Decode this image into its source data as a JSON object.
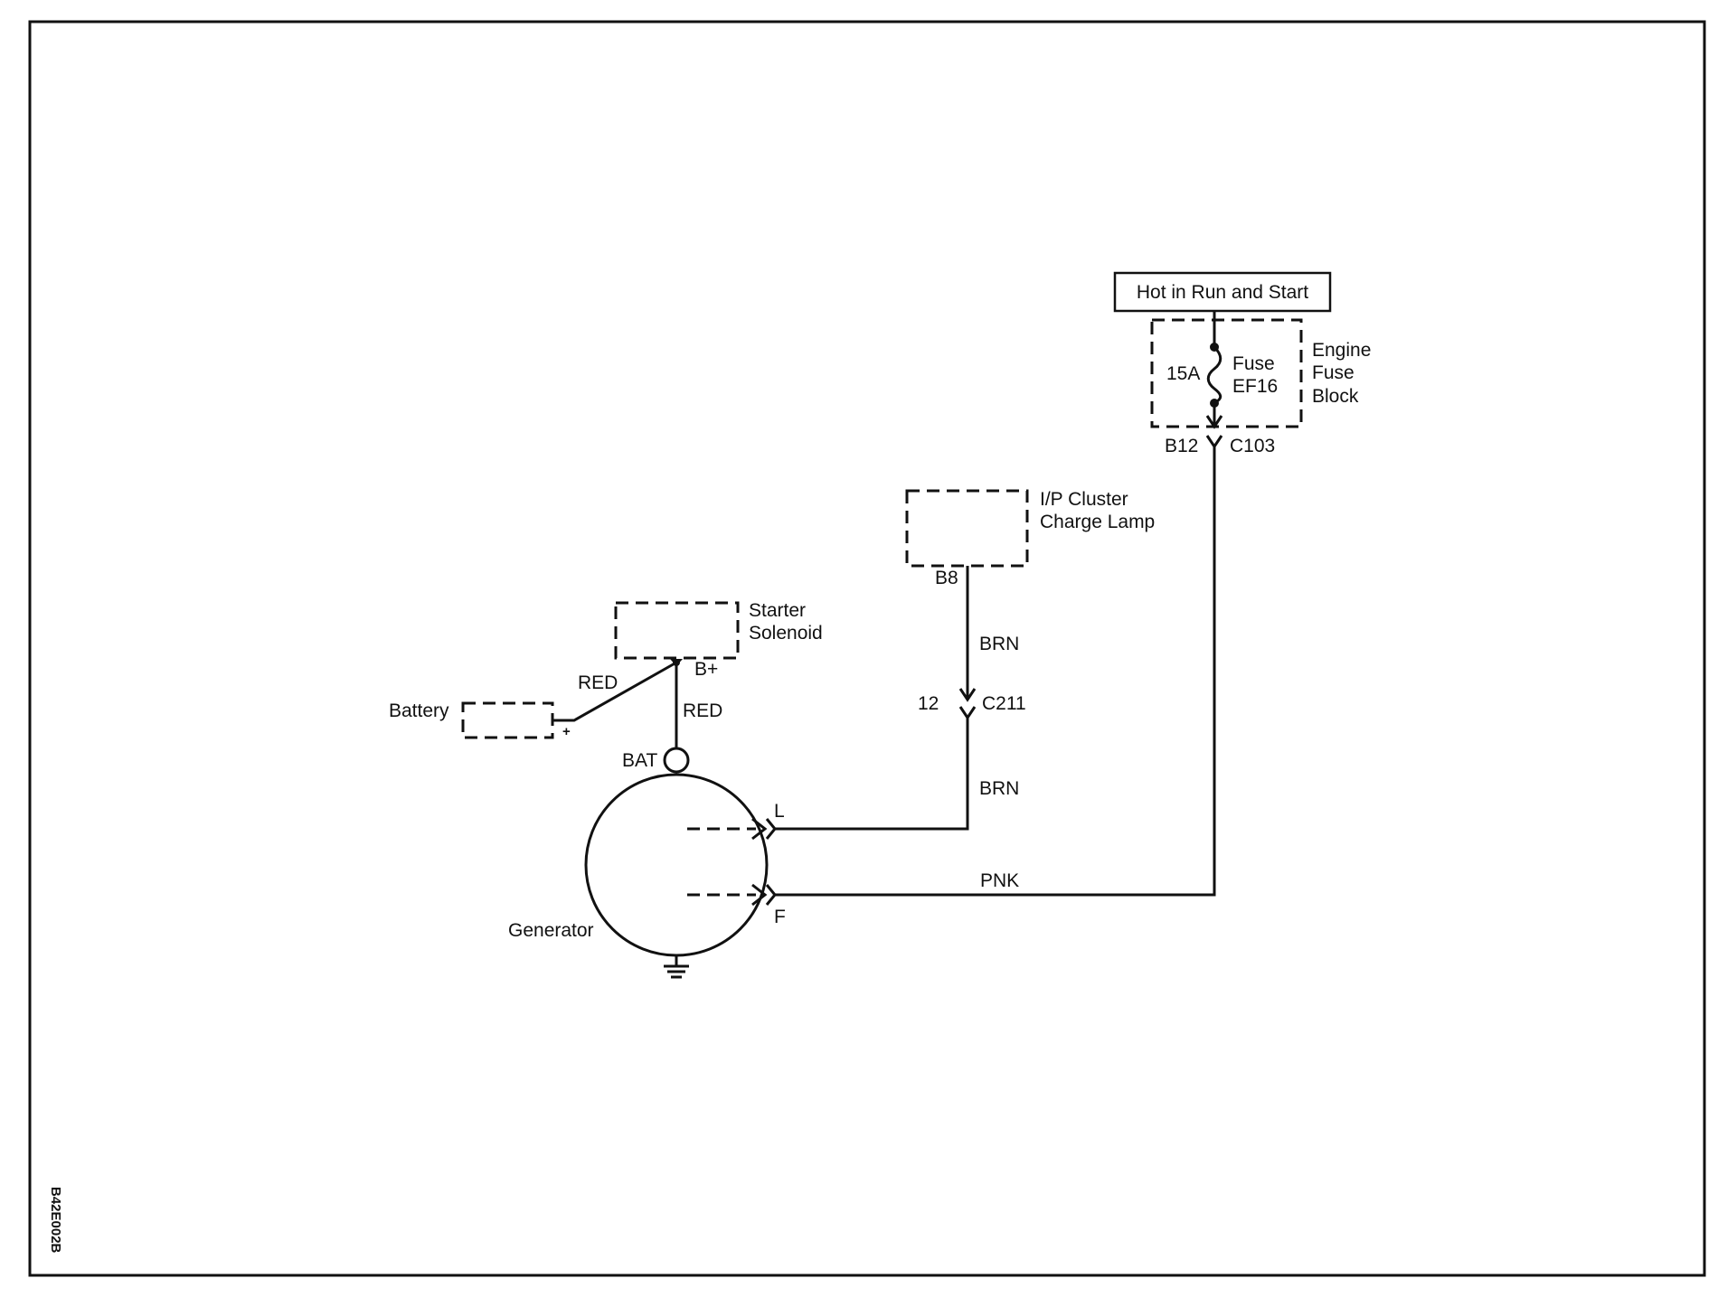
{
  "diagram": {
    "figure_code": "B42E002B",
    "power_source": "Hot in Run and Start",
    "fuse_block": {
      "label_lines": [
        "Engine",
        "Fuse",
        "Block"
      ],
      "fuse_rating": "15A",
      "fuse_label_lines": [
        "Fuse",
        "EF16"
      ]
    },
    "connectors": {
      "c103": {
        "pin": "B12",
        "name": "C103"
      },
      "c211": {
        "pin": "12",
        "name": "C211"
      }
    },
    "cluster": {
      "label_lines": [
        "I/P Cluster",
        "Charge Lamp"
      ],
      "pin": "B8"
    },
    "starter": {
      "label_lines": [
        "Starter",
        "Solenoid"
      ],
      "terminal": "B+"
    },
    "battery": {
      "label": "Battery",
      "terminal": "+"
    },
    "generator": {
      "label": "Generator",
      "terminal_bat": "BAT",
      "terminal_l": "L",
      "terminal_f": "F"
    },
    "wires": {
      "battery_to_solenoid": "RED",
      "solenoid_to_generator": "RED",
      "cluster_to_c211": "BRN",
      "c211_to_generator": "BRN",
      "fuse_to_generator": "PNK"
    }
  }
}
